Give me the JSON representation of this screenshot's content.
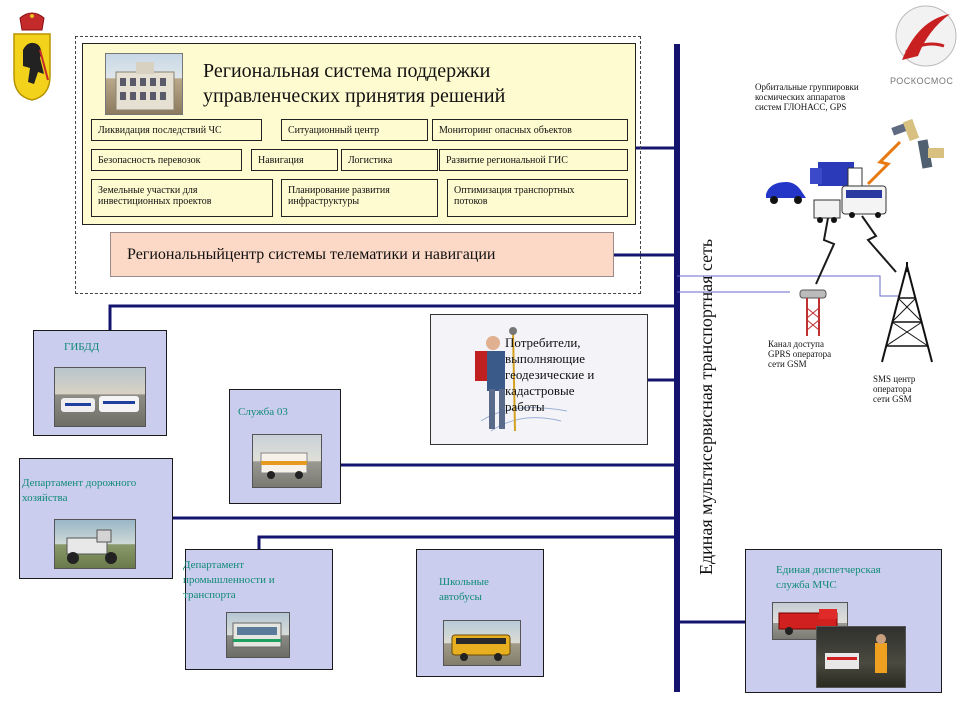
{
  "main_system": {
    "title_line1": "Региональная система поддержки",
    "title_line2": "управленческих принятия решений",
    "modules": {
      "row1": [
        "Ликвидация последствий ЧС",
        "Ситуационный центр",
        "Мониторинг опасных объектов"
      ],
      "row2": [
        "Безопасность перевозок",
        "Навигация",
        "Логистика",
        "Развитие региональной ГИС"
      ],
      "row3_1_line1": "Земельные участки для",
      "row3_1_line2": "инвестиционных проектов",
      "row3_2_line1": "Планирование развития",
      "row3_2_line2": "инфраструктуры",
      "row3_3_line1": "Оптимизация транспортных",
      "row3_3_line2": "потоков"
    }
  },
  "telematics_center": "Региональныйцентр системы телематики и навигации",
  "bus_label": "Единая мультисервисная транспортная сеть",
  "nodes": {
    "gibdd": "ГИБДД",
    "road_dept_line1": "Департамент дорожного",
    "road_dept_line2": "хозяйства",
    "service03": "Служба 03",
    "industry_line1": "Департамент",
    "industry_line2": "промышленности и",
    "industry_line3": "транспорта",
    "school_line1": "Школьные",
    "school_line2": "автобусы",
    "geodesy_line1": "Потребители,",
    "geodesy_line2": "выполняющие",
    "geodesy_line3": "геодезические и",
    "geodesy_line4": "кадастровые",
    "geodesy_line5": "работы",
    "emergency_line1": "Единая диспетчерская",
    "emergency_line2": "служба МЧС"
  },
  "satellite": {
    "line1": "Орбитальные группировки",
    "line2": "космических аппаратов",
    "line3": "систем ГЛОНАСС, GPS"
  },
  "gprs": {
    "line1": "Канал доступа",
    "line2": "GPRS оператора",
    "line3": "сети GSM"
  },
  "sms": {
    "line1": "SMS центр",
    "line2": "оператора",
    "line3": "сети GSM"
  },
  "logo_text": "РОСКОСМОС",
  "colors": {
    "bus": "#14146e",
    "box_fill": "#cbcdee",
    "cell_fill": "#fffbd0",
    "telematics_fill": "#fcd8c6",
    "label_green": "#0f8a76"
  }
}
